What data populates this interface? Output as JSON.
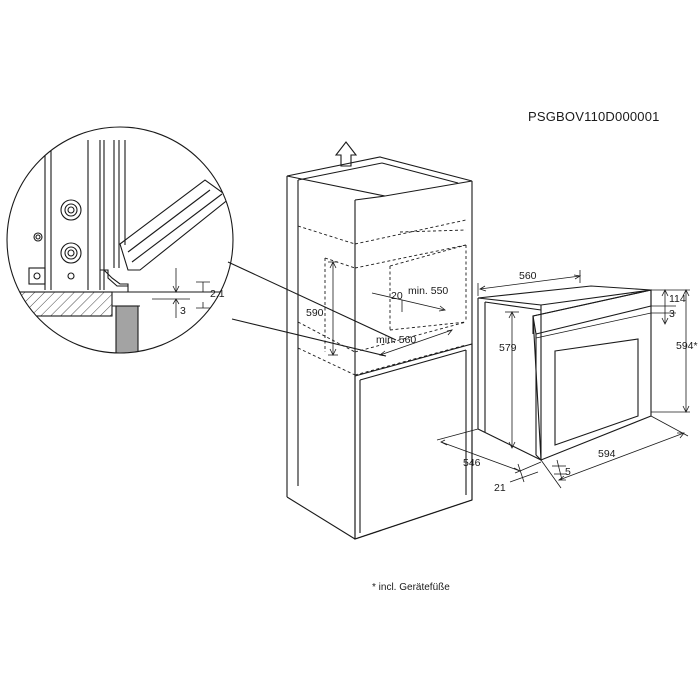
{
  "document_code": "PSGBOV110D000001",
  "footnote": "* incl. Gerätefüße",
  "dimensions": {
    "gap_top": "2.1",
    "gap_bottom": "3",
    "niche_height": "590",
    "depth_offset": "20",
    "min_depth": "min. 550",
    "min_width": "min. 560",
    "oven_width_top": "560",
    "control_height": "114",
    "control_offset": "3",
    "oven_height_total": "594*",
    "body_height": "579",
    "body_depth": "546",
    "front_width": "594",
    "frame_depth": "21",
    "panel_offset": "5"
  }
}
